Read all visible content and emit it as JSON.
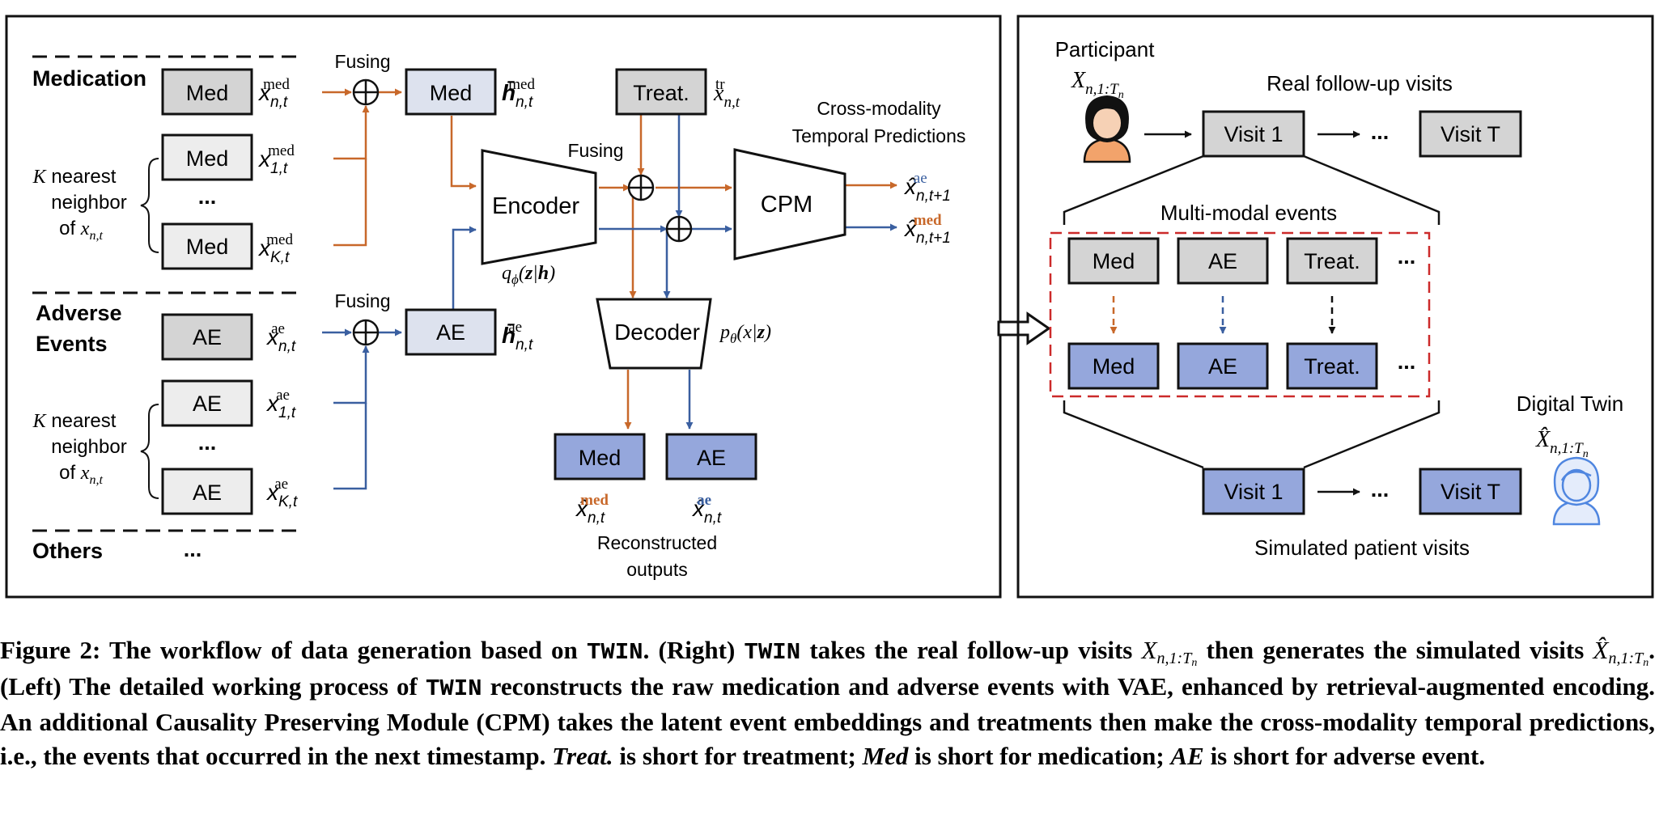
{
  "left_panel": {
    "rows": {
      "medication": "Medication",
      "adverse_events_line1": "Adverse",
      "adverse_events_line2": "Events",
      "others": "Others",
      "others_ellipsis": "..."
    },
    "knn_label_line1": "nearest",
    "knn_label_line2": "neighbor",
    "knn_label_line3": "of",
    "fusing": "Fusing",
    "med_box": "Med",
    "ae_box": "AE",
    "treat_box": "Treat.",
    "ellipsis": "...",
    "encoder": "Encoder",
    "decoder": "Decoder",
    "cpm": "CPM",
    "cpm_title_line1": "Cross-modality",
    "cpm_title_line2": "Temporal Predictions",
    "reconstructed_line1": "Reconstructed",
    "reconstructed_line2": "outputs"
  },
  "right_panel": {
    "participant": "Participant",
    "real_visits_title": "Real follow-up visits",
    "visit_1": "Visit 1",
    "visit_t": "Visit T",
    "ellipsis": "...",
    "multimodal_title": "Multi-modal events",
    "event_med": "Med",
    "event_ae": "AE",
    "event_treat": "Treat.",
    "digital_twin": "Digital Twin",
    "simulated_title": "Simulated patient visits"
  },
  "caption": {
    "fig_label": "Figure 2:",
    "p1": " The workflow of data generation based on ",
    "twin": "TWIN",
    "p2": ". (Right) ",
    "p3": " takes the real follow-up visits ",
    "p4": " then generates the simulated visits ",
    "p5": ". (Left) The detailed working process of ",
    "p6": " reconstructs the raw medication and adverse events with VAE, enhanced by retrieval-augmented encoding. An additional Causality Preserving Module (CPM) takes the latent event embeddings and treatments then make the cross-modality temporal predictions, i.e., the events that occurred in the next timestamp. ",
    "treat_term": "Treat.",
    "p7": " is short for treatment; ",
    "med_term": "Med",
    "p8": " is short for medication; ",
    "ae_term": "AE",
    "p9": " is short for adverse event."
  },
  "colors": {
    "orange": "#c8682a",
    "blue": "#3a5fa0",
    "box_gray": "#d4d4d4",
    "box_light": "#ededed",
    "box_lightblue": "#dde2ee",
    "box_blue": "#95a7dc",
    "dashed_red": "#cc2a2a"
  }
}
